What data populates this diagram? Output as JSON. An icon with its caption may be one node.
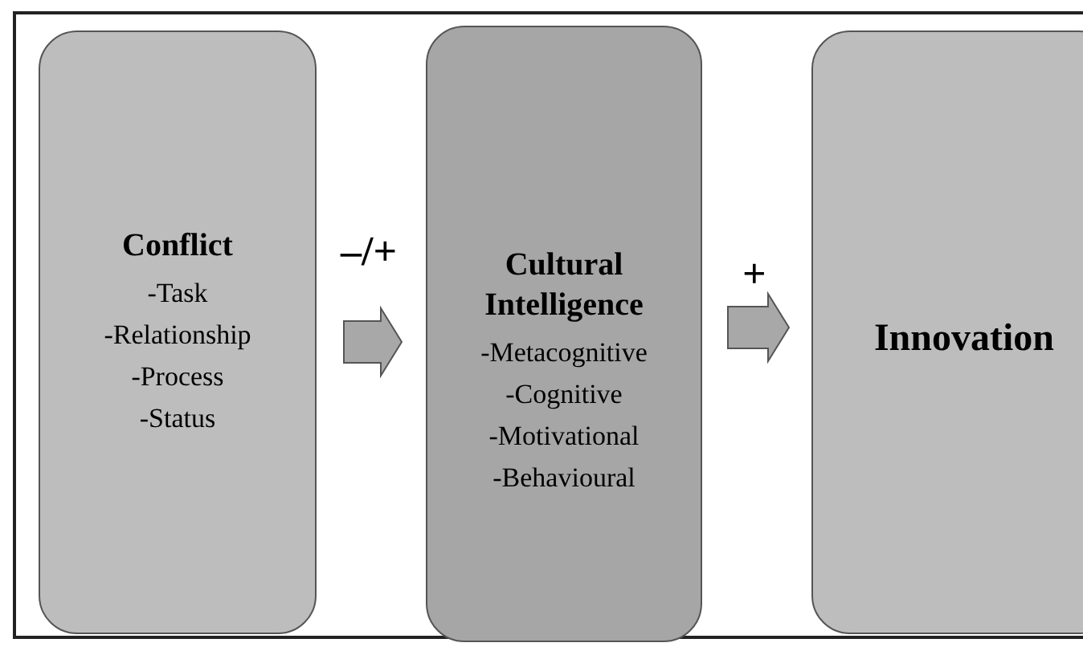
{
  "diagram": {
    "nodes": [
      {
        "text": [
          "Conflict",
          "-Task",
          "-Relationship",
          "-Process",
          "-Status"
        ]
      },
      {
        "text": [
          "Cultural Intelligence",
          "-Metacognitive",
          "-Cognitive",
          "-Motivational",
          "-Behavioural"
        ]
      },
      {
        "text": [
          "Innovation"
        ]
      }
    ],
    "edges": [
      {
        "from": 0,
        "to": 1,
        "arrow": "to",
        "label": "–/+"
      },
      {
        "from": 1,
        "to": 2,
        "arrow": "to",
        "label": "+"
      }
    ]
  }
}
